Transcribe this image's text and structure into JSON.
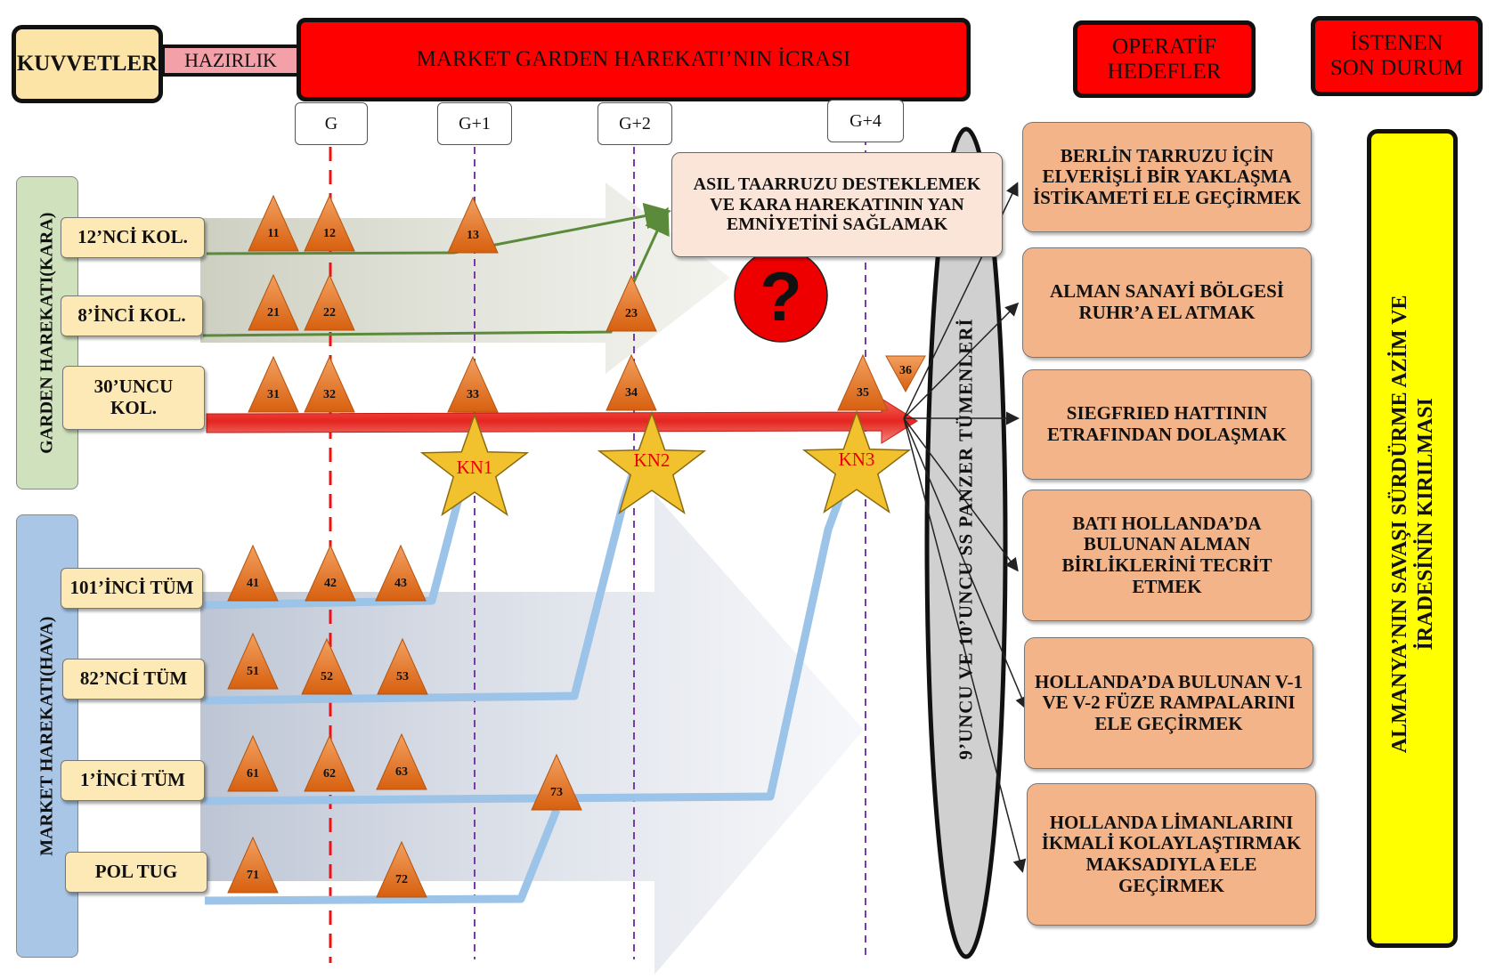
{
  "header": {
    "forces": "KUVVETLER",
    "preparation": "HAZIRLIK",
    "execution": "MARKET GARDEN HAREKATI’NIN İCRASI",
    "objectives": "OPERATİF HEDEFLER",
    "end_state": "İSTENEN SON DURUM"
  },
  "days": [
    "G",
    "G+1",
    "G+2",
    "G+4"
  ],
  "side_labels": {
    "garden": "GARDEN HAREKATI(KARA)",
    "market": "MARKET HAREKATI(HAVA)"
  },
  "units": [
    "12’NCİ KOL.",
    "8’İNCİ KOL.",
    "30’UNCU KOL.",
    "101’İNCİ TÜM",
    "82’NCİ TÜM",
    "1’İNCİ TÜM",
    "POL TUG"
  ],
  "markers": [
    "11",
    "12",
    "13",
    "21",
    "22",
    "23",
    "31",
    "32",
    "33",
    "34",
    "35",
    "36",
    "41",
    "42",
    "43",
    "51",
    "52",
    "53",
    "61",
    "62",
    "63",
    "73",
    "71",
    "72"
  ],
  "link_ups": [
    "KN1",
    "KN2",
    "KN3"
  ],
  "callout": "ASIL TAARRUZU DESTEKLEMEK VE KARA HAREKATININ YAN EMNİYETİNİ SAĞLAMAK",
  "question_mark": "?",
  "panzer_label": "9’UNCU VE 10’UNCU SS PANZER TÜMENLERİ",
  "objectives": [
    "BERLİN TARRUZU İÇİN ELVERİŞLİ BİR YAKLAŞMA İSTİKAMETİ ELE GEÇİRMEK",
    "ALMAN SANAYİ BÖLGESİ RUHR’A EL ATMAK",
    "SIEGFRIED HATTININ ETRAFINDAN DOLAŞMAK",
    "BATI HOLLANDA’DA BULUNAN ALMAN BİRLİKLERİNİ TECRİT ETMEK",
    "HOLLANDA’DA BULUNAN V-1 VE V-2 FÜZE RAMPALARINI ELE GEÇİRMEK",
    "HOLLANDA LİMANLARINI İKMALİ KOLAYLAŞTIRMAK MAKSADIYLA ELE GEÇİRMEK"
  ],
  "end_state_text": [
    "ALMANYA’NIN SAVAŞI SÜRDÜRME AZİM VE",
    "İRADESİNİN KIRILMASI"
  ],
  "colors": {
    "header_red": "#ff0000",
    "marker_orange": "#e8741f",
    "star_gold": "#f2c12e",
    "green_path": "#5a8a3a",
    "blue_path": "#9cc3e8",
    "main_arrow": "#e52520",
    "end_state_yellow": "#ffff00"
  }
}
